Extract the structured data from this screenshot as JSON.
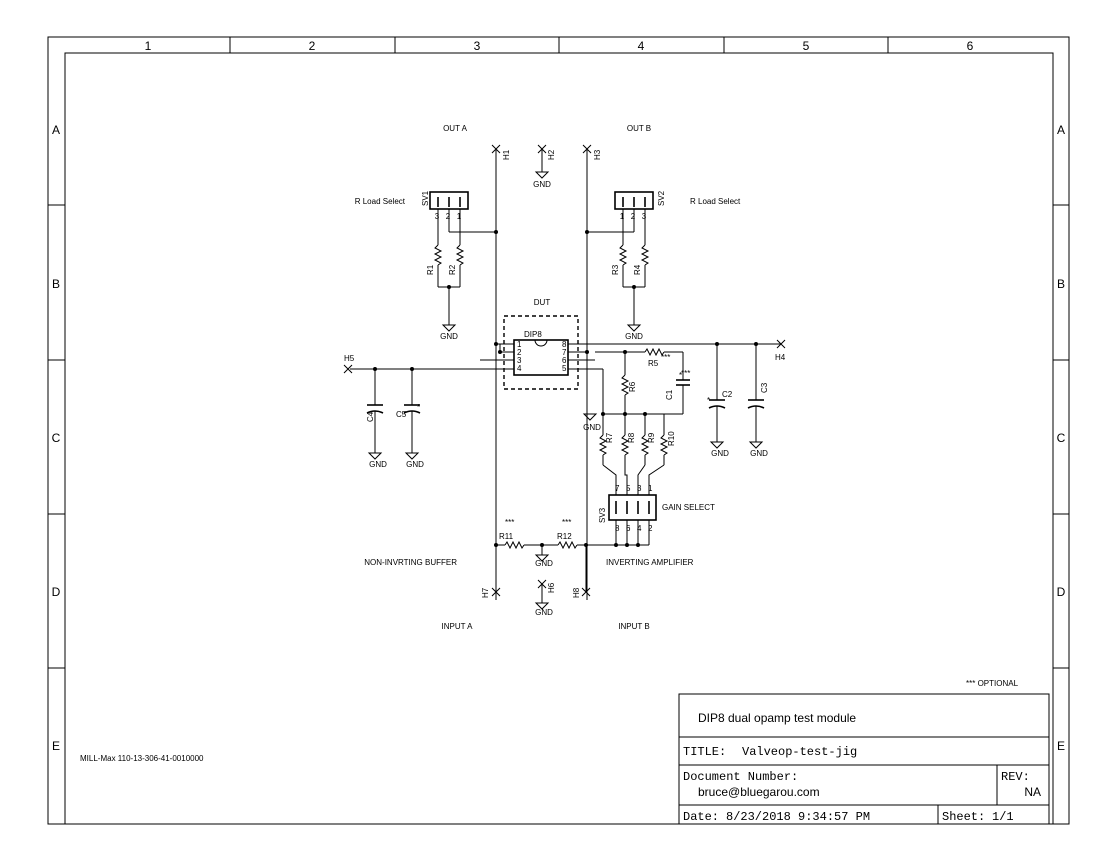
{
  "frame": {
    "columns": [
      "1",
      "2",
      "3",
      "4",
      "5",
      "6"
    ],
    "rows": [
      "A",
      "B",
      "C",
      "D",
      "E"
    ]
  },
  "labels": {
    "out_a": "OUT A",
    "out_b": "OUT B",
    "input_a": "INPUT A",
    "input_b": "INPUT B",
    "rload_left": "R Load Select",
    "rload_right": "R Load Select",
    "dut": "DUT",
    "dip8": "DIP8",
    "gain_select": "GAIN SELECT",
    "non_inv": "NON-INVRTING BUFFER",
    "inv": "INVERTING AMPLIFIER",
    "optional": "*** OPTIONAL",
    "stars": "***",
    "mill_max": "MILL-Max 110-13-306-41-0010000",
    "gnd": "GND"
  },
  "refs": {
    "h1": "H1",
    "h2": "H2",
    "h3": "H3",
    "h4": "H4",
    "h5": "H5",
    "h6": "H6",
    "h7": "H7",
    "h8": "H8",
    "sv1": "SV1",
    "sv2": "SV2",
    "sv3": "SV3",
    "r1": "R1",
    "r2": "R2",
    "r3": "R3",
    "r4": "R4",
    "r5": "R5",
    "r6": "R6",
    "r7": "R7",
    "r8": "R8",
    "r9": "R9",
    "r10": "R10",
    "r11": "R11",
    "r12": "R12",
    "c1": "C1",
    "c2": "C2",
    "c3": "C3",
    "c4": "C4",
    "c5": "C5"
  },
  "title_block": {
    "description": "DIP8 dual opamp test module",
    "title_label": "TITLE:",
    "title_value": "Valveop-test-jig",
    "docnum_label": "Document Number:",
    "docnum_value": "bruce@bluegarou.com",
    "rev_label": "REV:",
    "rev_value": "NA",
    "date_label": "Date:",
    "date_value": "8/23/2018 9:34:57 PM",
    "sheet_label": "Sheet:",
    "sheet_value": "1/1"
  }
}
